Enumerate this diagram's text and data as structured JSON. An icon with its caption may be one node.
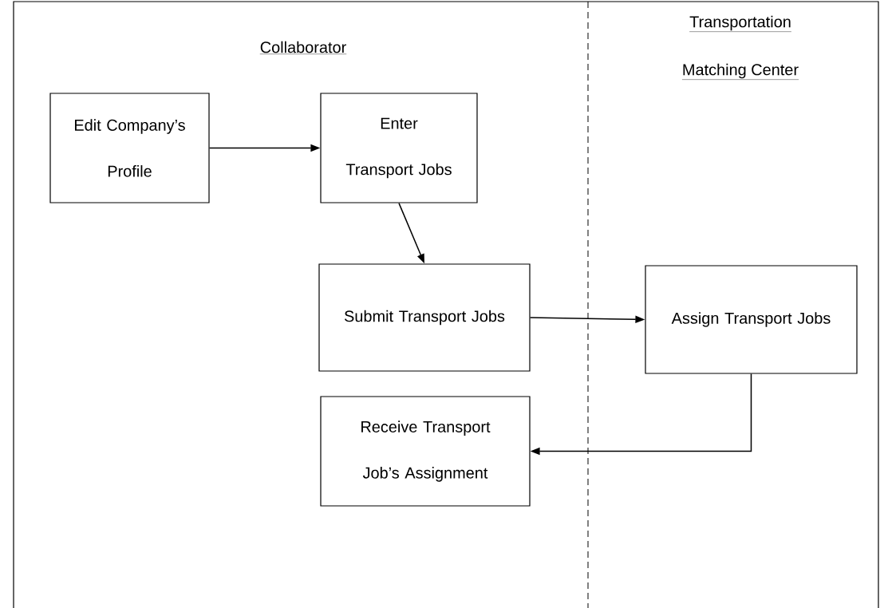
{
  "diagram": {
    "nodes": [
      {
        "text": [
          "Edit Company’s Profile"
        ]
      },
      {
        "text": [
          "Enter Transport Jobs"
        ]
      },
      {
        "text": [
          "Submit Transport Jobs"
        ]
      },
      {
        "text": [
          "Assign Transport Jobs"
        ]
      },
      {
        "text": [
          "Receive Transport Job’s Assignment"
        ]
      }
    ],
    "edges": [
      {
        "from": 0,
        "to": 1,
        "arrow": "to"
      },
      {
        "from": 1,
        "to": 2,
        "arrow": "to"
      },
      {
        "from": 2,
        "to": 3,
        "arrow": "to"
      },
      {
        "from": 3,
        "to": 4,
        "arrow": "to"
      }
    ],
    "labels": [
      "Collaborator",
      "Transportation",
      "Matching Center"
    ]
  }
}
